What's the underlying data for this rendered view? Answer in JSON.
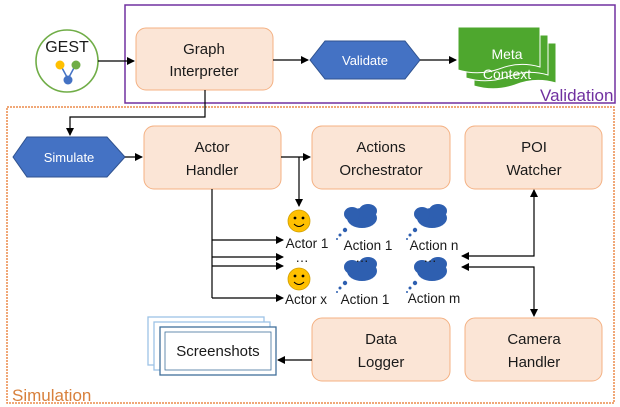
{
  "gest": {
    "label": "GEST"
  },
  "nodes": {
    "graph_interpreter": [
      "Graph",
      "Interpreter"
    ],
    "actor_handler": [
      "Actor",
      "Handler"
    ],
    "actions_orchestrator": [
      "Actions",
      "Orchestrator"
    ],
    "poi_watcher": [
      "POI",
      "Watcher"
    ],
    "data_logger": [
      "Data",
      "Logger"
    ],
    "camera_handler": [
      "Camera",
      "Handler"
    ]
  },
  "hexagons": {
    "validate": "Validate",
    "simulate": "Simulate"
  },
  "meta_context": [
    "Meta",
    "Context"
  ],
  "screenshots": "Screenshots",
  "frames": {
    "validation": "Validation",
    "simulation": "Simulation"
  },
  "actors": {
    "actor_1": "Actor 1",
    "actor_x": "Actor x",
    "dots": "…"
  },
  "actions": {
    "row1_a": "Action 1",
    "row1_b": "Action n",
    "row2_a": "Action 1",
    "row2_b": "Action m",
    "dots": "…"
  },
  "colors": {
    "box_fill": "#fbe5d6",
    "box_stroke": "#f4b183",
    "hexagon": "#4472c4",
    "meta_context": "#4ea72e",
    "validation_frame": "#7030a0",
    "simulation_frame": "#d8803c",
    "smiley": "#ffc000",
    "cloud": "#2e5fb0"
  }
}
